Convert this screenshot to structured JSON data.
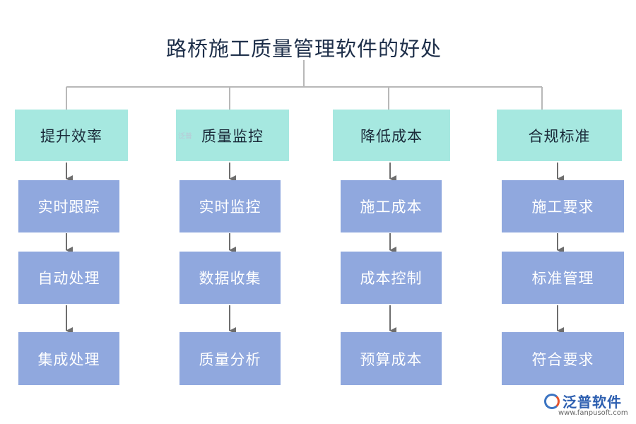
{
  "title": "路桥施工质量管理软件的好处",
  "columns": [
    {
      "header": "提升效率",
      "items": [
        "实时跟踪",
        "自动处理",
        "集成处理"
      ]
    },
    {
      "header": "质量监控",
      "items": [
        "实时监控",
        "数据收集",
        "质量分析"
      ]
    },
    {
      "header": "降低成本",
      "items": [
        "施工成本",
        "成本控制",
        "预算成本"
      ]
    },
    {
      "header": "合规标准",
      "items": [
        "施工要求",
        "标准管理",
        "符合要求"
      ]
    }
  ],
  "watermark": "泛普",
  "logo": {
    "name": "泛普软件",
    "url": "www.fanpusoft.com"
  },
  "colors": {
    "header": "#a6e8e0",
    "item": "#90a8de",
    "connector": "#b8b8b8",
    "arrow": "#6e6e6e"
  }
}
